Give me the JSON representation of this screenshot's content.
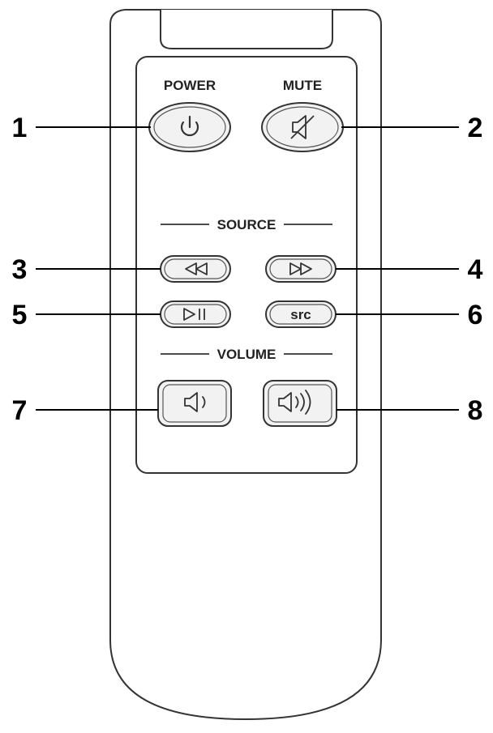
{
  "labels": {
    "power": "POWER",
    "mute": "MUTE",
    "source": "SOURCE",
    "volume": "VOLUME"
  },
  "buttons": {
    "src_text": "src"
  },
  "callouts": [
    "1",
    "2",
    "3",
    "4",
    "5",
    "6",
    "7",
    "8"
  ],
  "colors": {
    "outline": "#333333",
    "button_fill": "#f2f2f2",
    "callout": "#000000"
  },
  "icons": {
    "power": "power-icon",
    "mute": "mute-icon",
    "rewind": "rewind-icon",
    "forward": "fast-forward-icon",
    "play_pause": "play-pause-icon",
    "vol_down": "volume-down-icon",
    "vol_up": "volume-up-icon"
  }
}
